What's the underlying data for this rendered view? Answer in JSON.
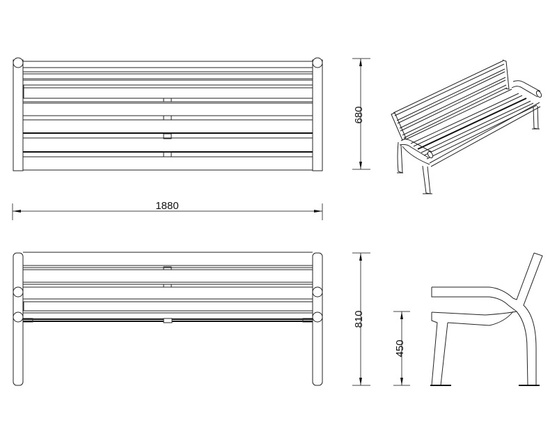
{
  "drawing": {
    "views": [
      "plan-view",
      "front-elevation",
      "isometric-view",
      "side-elevation"
    ],
    "dimensions": {
      "length": "1880",
      "depth": "680",
      "overall_height": "810",
      "seat_height": "450"
    },
    "line_color": "#222222",
    "background": "#ffffff"
  }
}
